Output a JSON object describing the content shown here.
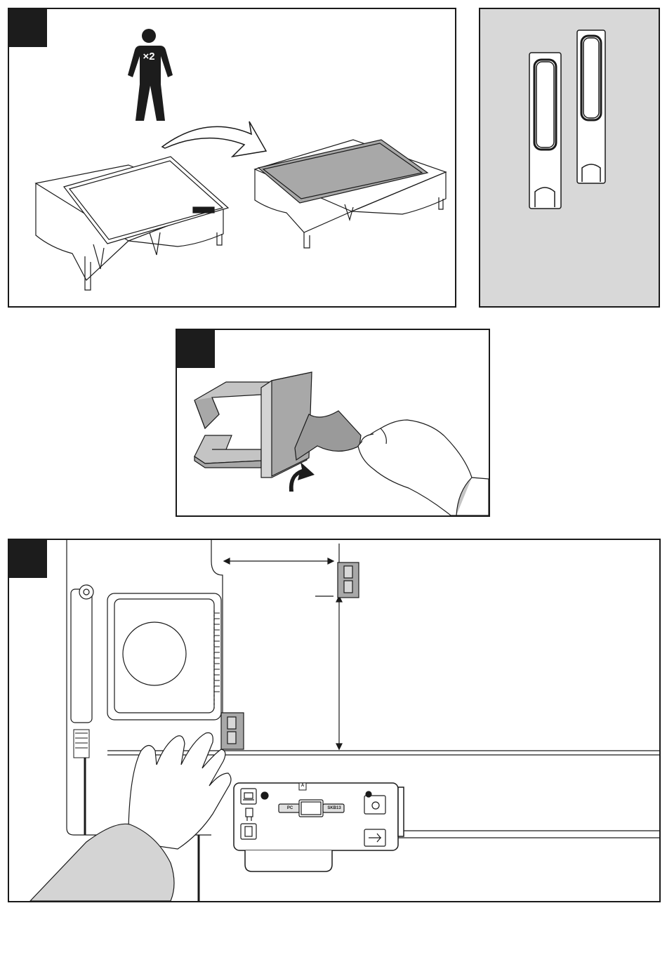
{
  "figure": {
    "person_badge": "×2",
    "usb_box": {
      "switch_left": "PC",
      "switch_right": "SKB13",
      "top_mark": "A"
    }
  },
  "icons": {
    "panel_a": [
      "person-icon",
      "curved-arrow-icon"
    ],
    "panel_c": [
      "rotate-arrow-icon",
      "hand-icon"
    ],
    "panel_d": [
      "hand-icon",
      "laptop-icon",
      "power-plug-icon",
      "camera-icon",
      "usb-icon",
      "dimension-arrow-icon"
    ]
  },
  "colors": {
    "outline": "#1a1a1a",
    "tab": "#1c1c1c",
    "gray_fill": "#a8a8a8",
    "light_gray": "#d8d8d8"
  }
}
